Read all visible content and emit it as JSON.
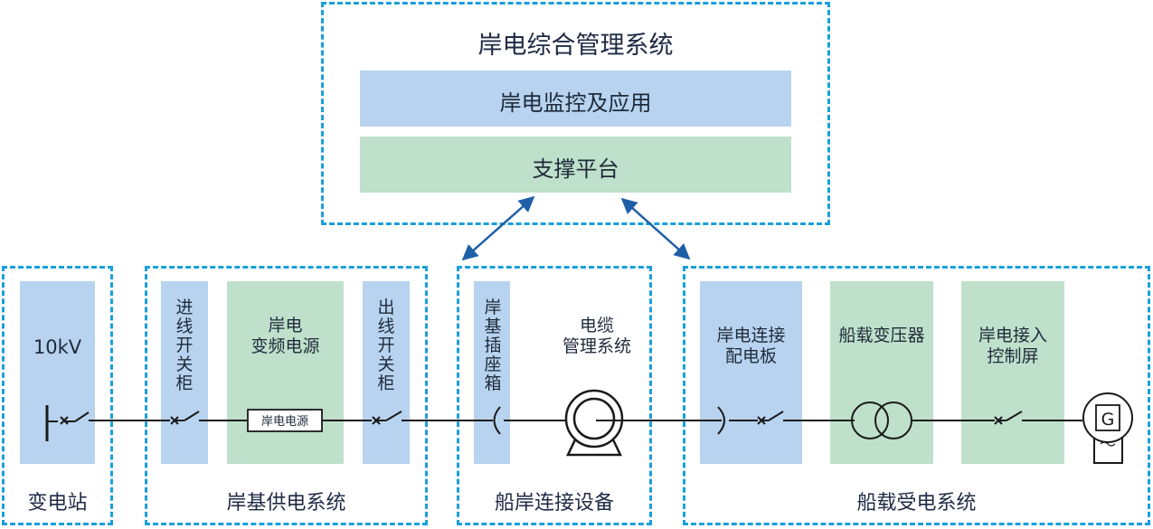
{
  "top": {
    "title": "岸电综合管理系统",
    "bar1": "岸电监控及应用",
    "bar2": "支撑平台"
  },
  "groups": {
    "substation": {
      "title": "变电站",
      "voltage": "10kV"
    },
    "shore_supply": {
      "title": "岸基供电系统",
      "in_switch": "进线开关柜",
      "power_source": "岸电\n变频电源",
      "power_box": "岸电电源",
      "out_switch": "出线开关柜"
    },
    "connection": {
      "title": "船岸连接设备",
      "socket_box": "岸基插座箱",
      "cable_mgmt": "电缆\n管理系统"
    },
    "ship": {
      "title": "船载受电系统",
      "dist_board": "岸电连接\n配电板",
      "transformer": "船载变压器",
      "control_panel": "岸电接入\n控制屏",
      "generator_symbol": "G"
    }
  },
  "colors": {
    "dash": "#1a9fdb",
    "block_blue": "#b7d3ef",
    "block_green": "#bfe0cb",
    "arrow": "#1f5fa8",
    "line": "#1a1a1a"
  }
}
